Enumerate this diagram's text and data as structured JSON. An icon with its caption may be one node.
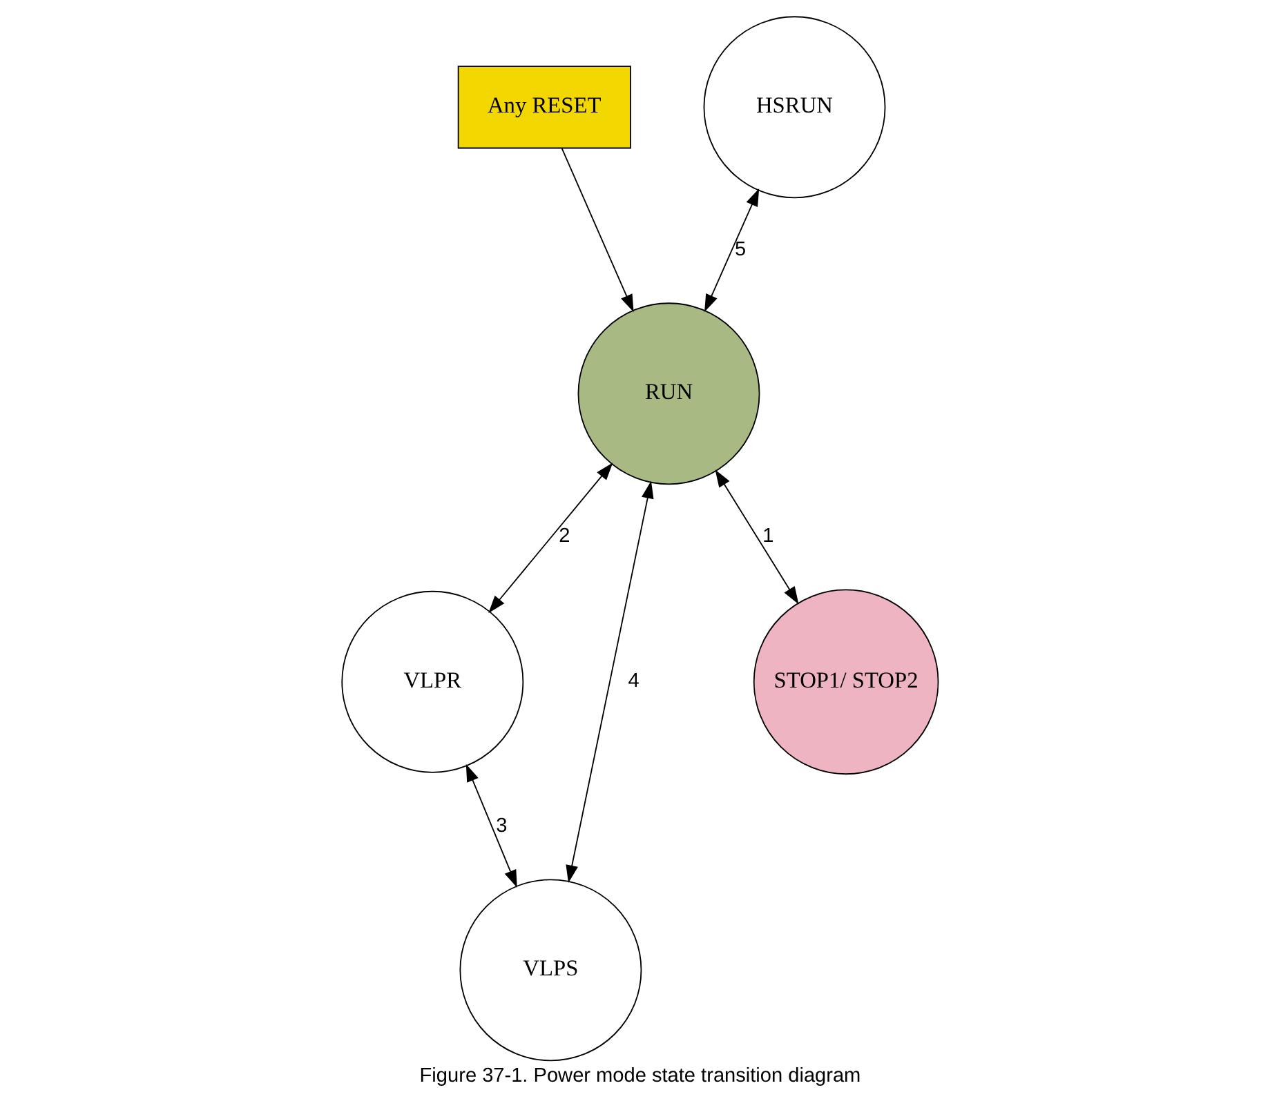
{
  "diagram": {
    "caption": "Figure 37-1. Power mode state transition diagram",
    "nodes": [
      {
        "text": [
          "Any RESET"
        ]
      },
      {
        "text": [
          "HSRUN"
        ]
      },
      {
        "text": [
          "VLPR"
        ]
      },
      {
        "text": [
          "RUN"
        ]
      },
      {
        "text": [
          "VLPS"
        ]
      },
      {
        "text": [
          "STOP1/ STOP2"
        ]
      }
    ],
    "edges": [
      {
        "from": 0,
        "to": 3,
        "arrow": "to"
      },
      {
        "from": 1,
        "to": 3,
        "arrow": "both",
        "label": "5"
      },
      {
        "from": 3,
        "to": 2,
        "arrow": "both",
        "label": "2"
      },
      {
        "from": 2,
        "to": 4,
        "arrow": "both",
        "label": "3"
      },
      {
        "from": 3,
        "to": 4,
        "arrow": "both",
        "label": "4"
      },
      {
        "from": 3,
        "to": 5,
        "arrow": "both",
        "label": "1"
      }
    ]
  }
}
